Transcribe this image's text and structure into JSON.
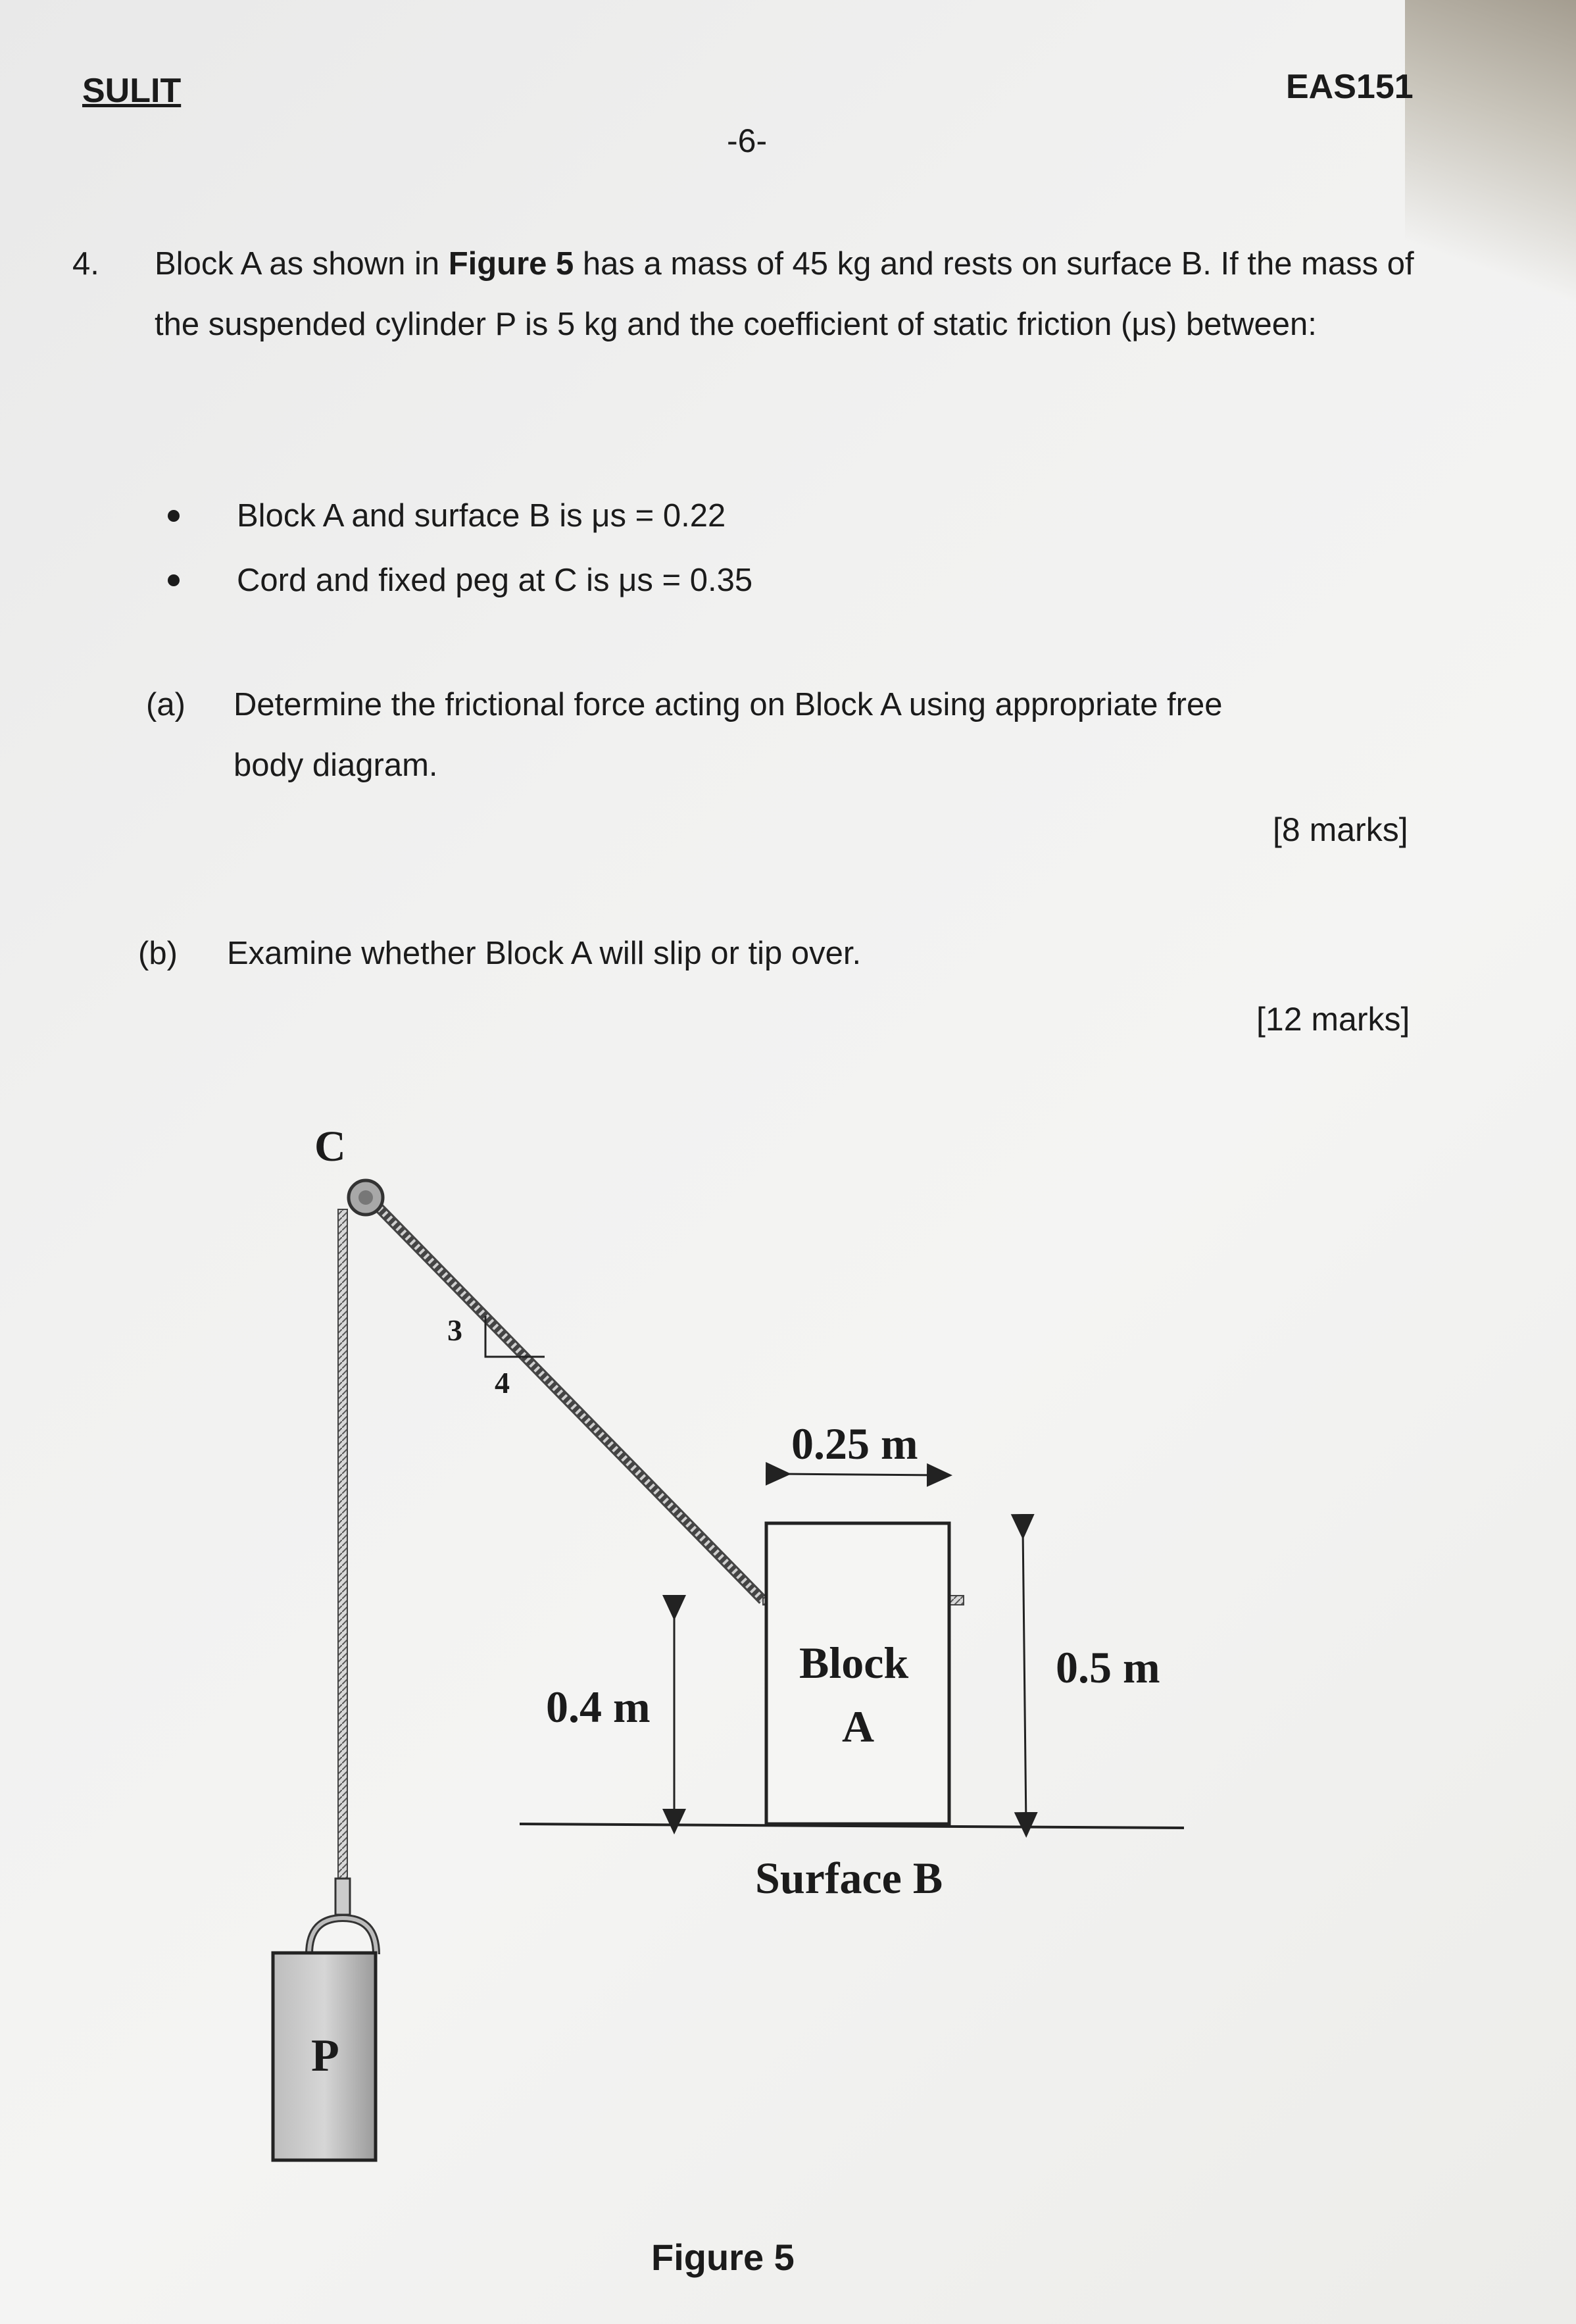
{
  "header": {
    "left": "SULIT",
    "right": "EAS151",
    "page_number": "-6-"
  },
  "question": {
    "number": "4.",
    "intro_part1": "Block A as shown in ",
    "intro_bold": "Figure 5",
    "intro_part2": " has a mass of 45 kg and rests on surface B. If the mass of the suspended cylinder P is 5 kg and the coefficient of static friction (μs) between:",
    "bullets": [
      "Block A and surface B is μs = 0.22",
      "Cord and fixed peg at C is μs = 0.35"
    ],
    "parts": [
      {
        "label": "(a)",
        "line1": "Determine the frictional force acting on Block A using appropriate free",
        "line2": "body diagram.",
        "marks": "[8 marks]"
      },
      {
        "label": "(b)",
        "line1": "Examine whether Block A will slip or tip over.",
        "marks": "[12 marks]"
      }
    ]
  },
  "figure": {
    "peg_label": "C",
    "slope_rise": "3",
    "slope_run": "4",
    "block_width": "0.25 m",
    "cord_height": "0.4 m",
    "block_height": "0.5 m",
    "block_label_line1": "Block",
    "block_label_line2": "A",
    "surface_label": "Surface B",
    "cylinder_label": "P",
    "caption": "Figure 5"
  }
}
